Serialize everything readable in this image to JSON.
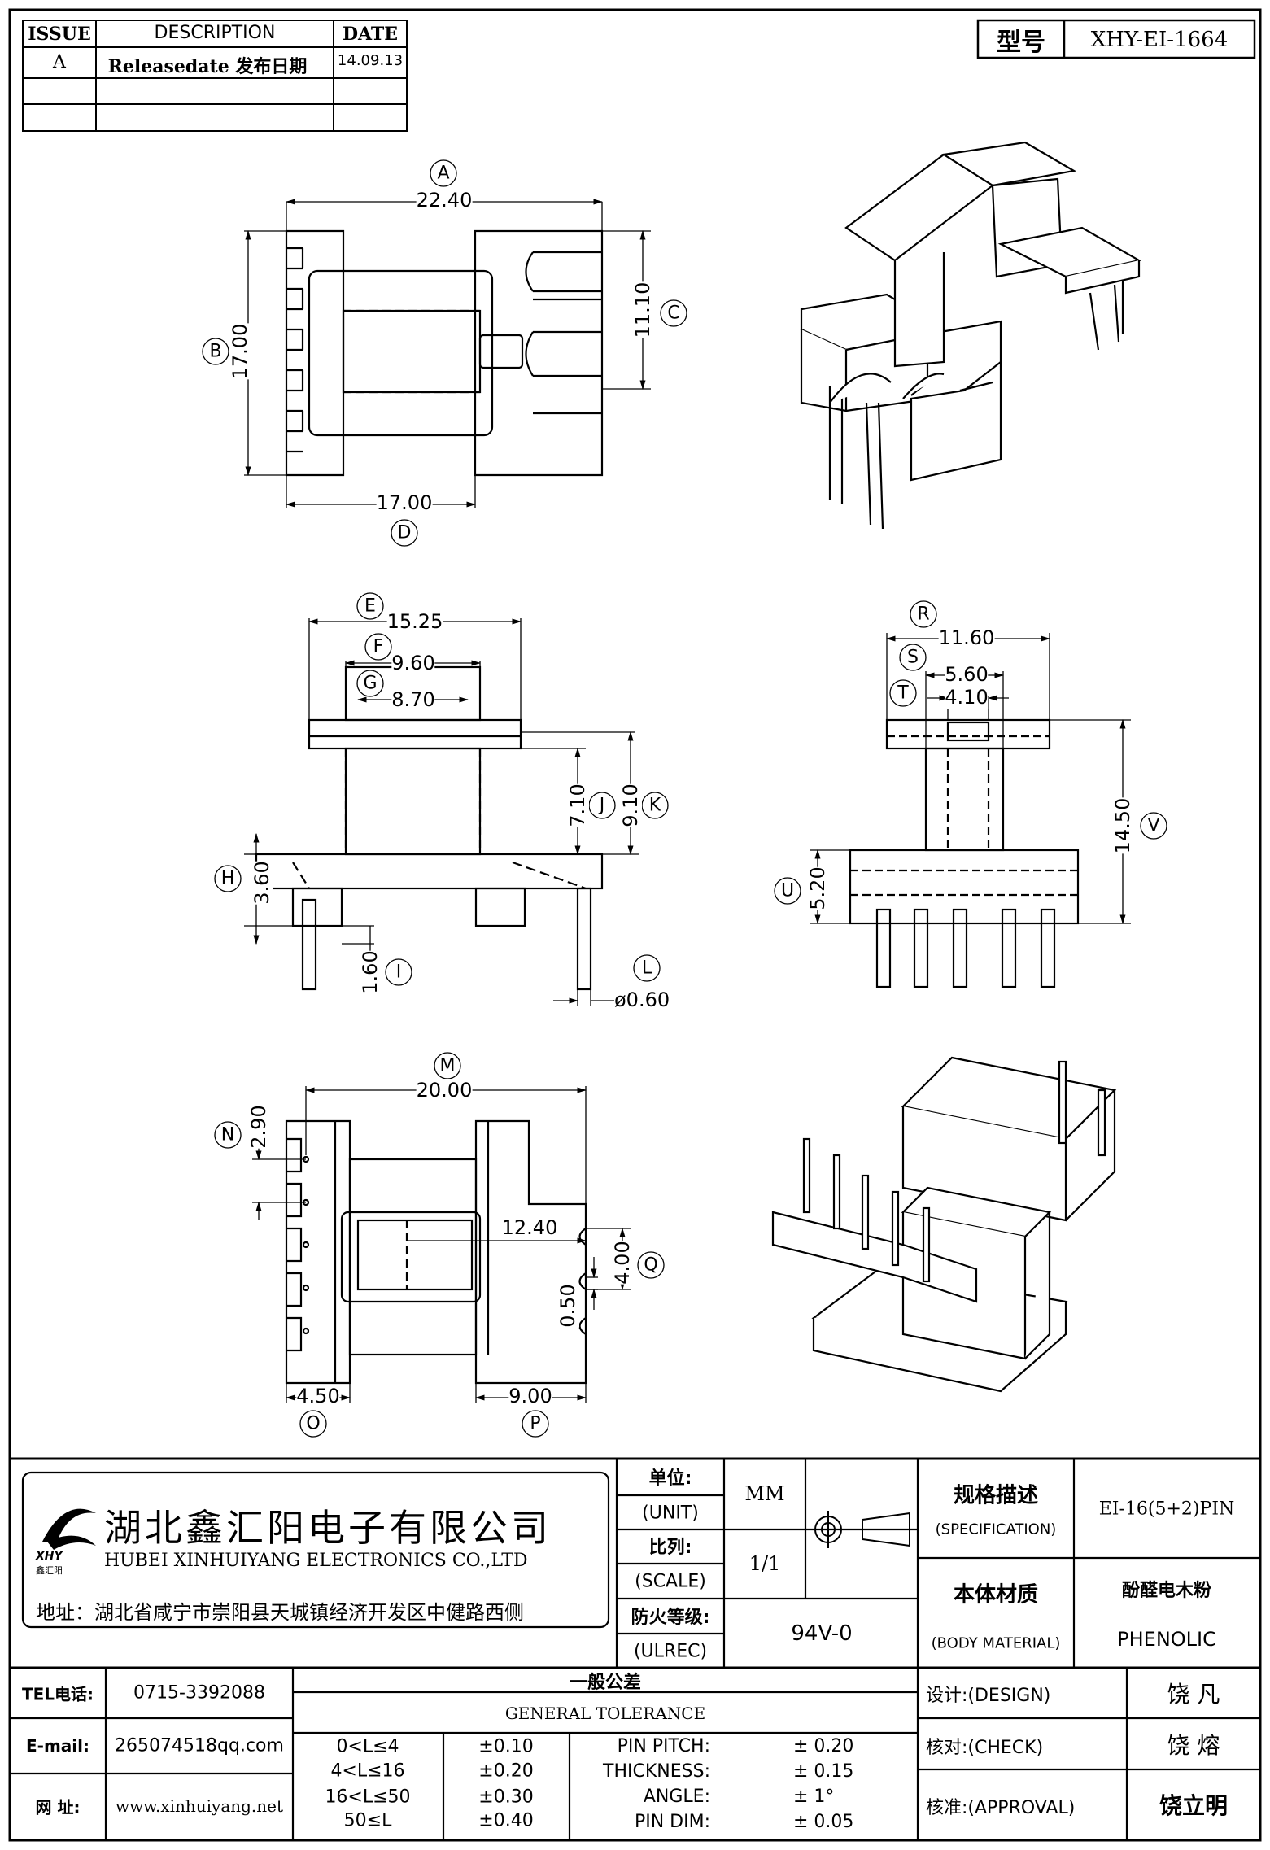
{
  "revision_table": {
    "headers": {
      "issue": "ISSUE",
      "description": "DESCRIPTION",
      "date": "DATE"
    },
    "rows": [
      {
        "issue": "A",
        "description": "Releasedate 发布日期",
        "date": "14.09.13"
      },
      {
        "issue": "",
        "description": "",
        "date": ""
      },
      {
        "issue": "",
        "description": "",
        "date": ""
      }
    ]
  },
  "model": {
    "label": "型号",
    "value": "XHY-EI-1664"
  },
  "top_view": {
    "dims": {
      "A": "22.40",
      "B": "17.00",
      "C": "11.10",
      "D": "17.00"
    },
    "labels": {
      "A": "A",
      "B": "B",
      "C": "C",
      "D": "D"
    }
  },
  "front_view": {
    "dims": {
      "E": "15.25",
      "F": "9.60",
      "G": "8.70",
      "J": "7.10",
      "K": "9.10",
      "H": "3.60",
      "I": "1.60",
      "L": "ø0.60"
    },
    "labels": {
      "E": "E",
      "F": "F",
      "G": "G",
      "H": "H",
      "I": "I",
      "J": "J",
      "K": "K",
      "L": "L"
    }
  },
  "side_view": {
    "dims": {
      "R": "11.60",
      "S": "5.60",
      "T": "4.10",
      "U": "5.20",
      "V": "14.50"
    },
    "labels": {
      "R": "R",
      "S": "S",
      "T": "T",
      "U": "U",
      "V": "V"
    }
  },
  "bottom_view": {
    "dims": {
      "M": "20.00",
      "N": "2.90",
      "center": "12.40",
      "Q": "4.00",
      "half": "0.50",
      "O": "4.50",
      "P": "9.00"
    },
    "labels": {
      "M": "M",
      "N": "N",
      "O": "O",
      "P": "P",
      "Q": "Q"
    }
  },
  "title_block": {
    "company_cn": "湖北鑫汇阳电子有限公司",
    "company_en": "HUBEI XINHUIYANG ELECTRONICS CO.,LTD",
    "logo_text": "XHY",
    "logo_sub": "鑫汇阳",
    "address": "地址：湖北省咸宁市崇阳县天城镇经济开发区中健路西侧",
    "unit_cn": "单位:",
    "unit_en": "(UNIT)",
    "unit_value": "MM",
    "scale_cn": "比列:",
    "scale_en": "(SCALE)",
    "scale_value": "1/1",
    "fire_cn": "防火等级:",
    "fire_en": "(ULREC)",
    "fire_value": "94V-0",
    "spec_cn": "规格描述",
    "spec_en": "(SPECIFICATION)",
    "spec_value": "EI-16(5+2)PIN",
    "material_cn": "本体材质",
    "material_en": "(BODY MATERIAL)",
    "material_cn_value": "酚醛电木粉",
    "material_value": "PHENOLIC",
    "tel_label": "TEL电话:",
    "tel": "0715-3392088",
    "email_label": "E-mail:",
    "email": "265074518qq.com",
    "web_label": "网  址:",
    "web": "www.xinhuiyang.net",
    "tolerance_cn": "一般公差",
    "tolerance_en": "GENERAL TOLERANCE",
    "tolerances": [
      {
        "range": "0<L≤4",
        "value": "±0.10"
      },
      {
        "range": "4<L≤16",
        "value": "±0.20"
      },
      {
        "range": "16<L≤50",
        "value": "±0.30"
      },
      {
        "range": "50≤L",
        "value": "±0.40"
      }
    ],
    "special_tolerances": [
      {
        "name": "PIN PITCH:",
        "value": "±  0.20"
      },
      {
        "name": "THICKNESS:",
        "value": "±  0.15"
      },
      {
        "name": "ANGLE:",
        "value": "±  1°"
      },
      {
        "name": "PIN DIM:",
        "value": "±  0.05"
      }
    ],
    "design_label": "设计:(DESIGN)",
    "design_name": "饶  凡",
    "check_label": "核对:(CHECK)",
    "check_name": "饶  熔",
    "approval_label": "核准:(APPROVAL)",
    "approval_name": "饶立明"
  }
}
